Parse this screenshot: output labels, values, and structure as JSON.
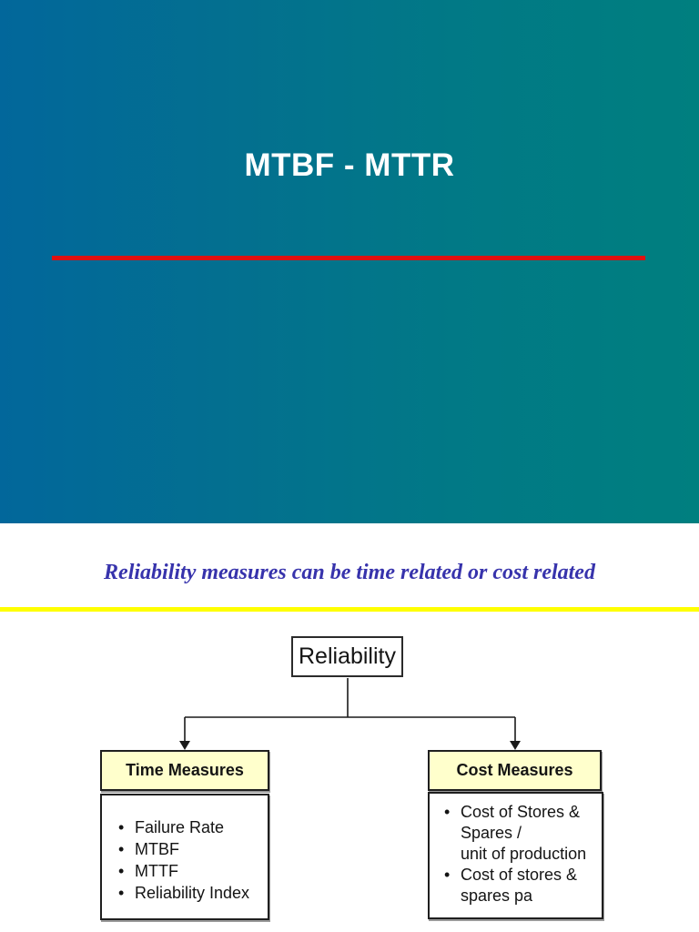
{
  "slide": {
    "title": "MTBF - MTTR",
    "subtitle": "Reliability measures can be time related or cost related",
    "colors": {
      "gradient_left": "#02679B",
      "gradient_right": "#007F7F",
      "red_rule": "#E01010",
      "yellow_rule": "#FFFF00",
      "subtitle_text": "#3733AC",
      "node_header_bg": "#FFFFCC"
    }
  },
  "diagram": {
    "root": {
      "label": "Reliability"
    },
    "bullet_glyph": "•",
    "left_box": {
      "title": "Time Measures",
      "items": [
        "Failure Rate",
        "MTBF",
        "MTTF",
        "Reliability Index"
      ]
    },
    "right_box": {
      "title": "Cost Measures",
      "items": [
        {
          "lines": [
            "Cost of Stores &",
            "Spares /",
            "unit of production"
          ]
        },
        {
          "lines": [
            "Cost of stores &",
            "spares pa"
          ]
        }
      ]
    }
  }
}
